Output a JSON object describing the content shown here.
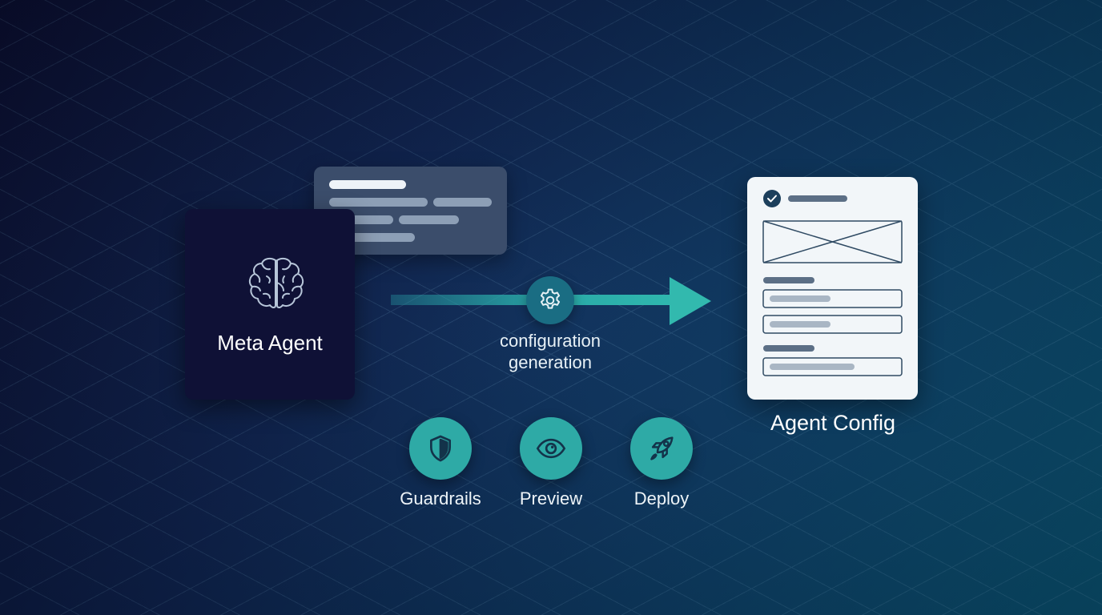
{
  "source_node": {
    "label": "Meta Agent",
    "icon": "brain-icon"
  },
  "speech_bubble": {
    "lines": 4,
    "description": "placeholder message bars"
  },
  "process": {
    "label_line1": "configuration",
    "label_line2": "generation",
    "icon": "gear-icon"
  },
  "target_node": {
    "label": "Agent Config",
    "icon": "document-form-icon"
  },
  "actions": [
    {
      "label": "Guardrails",
      "icon": "shield-icon"
    },
    {
      "label": "Preview",
      "icon": "eye-icon"
    },
    {
      "label": "Deploy",
      "icon": "rocket-icon"
    }
  ],
  "colors": {
    "background_start": "#0b0f33",
    "background_end": "#0a5677",
    "meta_card": "#0f1136",
    "bubble": "#3b4d6b",
    "accent_teal": "#2eaaa6",
    "config_card": "#f2f6f9",
    "config_stroke": "#2f4a63"
  }
}
